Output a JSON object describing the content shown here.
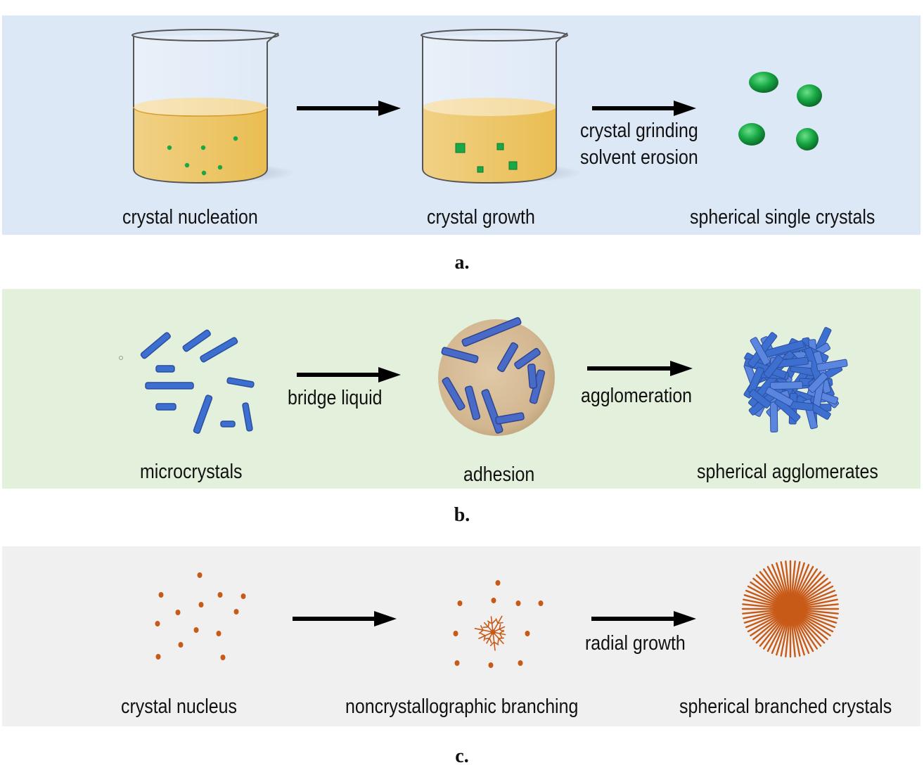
{
  "panel_a": {
    "stages": [
      "crystal nucleation",
      "crystal growth",
      "spherical single crystals"
    ],
    "arrow_label": [
      "crystal grinding",
      "solvent erosion"
    ],
    "letter": "a."
  },
  "panel_b": {
    "stages": [
      "microcrystals",
      "adhesion",
      "spherical agglomerates"
    ],
    "arrow_labels": [
      "bridge liquid",
      "agglomeration"
    ],
    "letter": "b."
  },
  "panel_c": {
    "stages": [
      "crystal nucleus",
      "noncrystallographic branching",
      "spherical branched crystals"
    ],
    "arrow_label": "radial growth",
    "letter": "c."
  },
  "colors": {
    "panel_a_bg": "#dde8f6",
    "panel_b_bg": "#e2f0dc",
    "panel_c_bg": "#f0f0f0",
    "liquid": "#e8b844",
    "crystal_green": "#1aa845",
    "rod_blue": "#3d6fd0",
    "branch_orange": "#c85a18"
  }
}
